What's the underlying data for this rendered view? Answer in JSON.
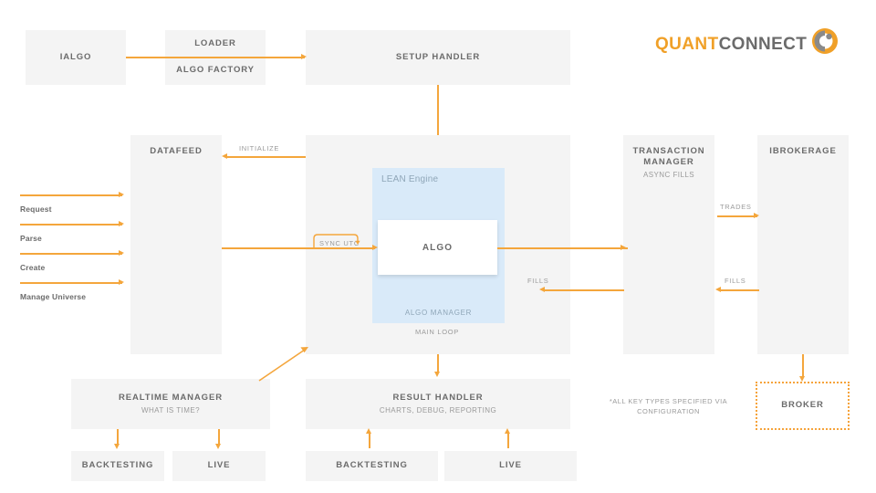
{
  "brand": {
    "name_part1": "QUANT",
    "name_part2": "CONNECT",
    "accent_color": "#f0a028",
    "text_color": "#6b6b6b",
    "mark": "quantconnect-logo-icon"
  },
  "palette": {
    "box_fill": "#f4f4f4",
    "box_text": "#6b6b6b",
    "box_subtext": "#9a9a9a",
    "arrow": "#f4a63c",
    "lean_panel": "#d9eaf9",
    "lean_text": "#8fa6b8",
    "page_background": "#ffffff"
  },
  "boxes": {
    "ialgo": {
      "title": "IALGO"
    },
    "loader": {
      "title": "LOADER",
      "title2": "ALGO FACTORY"
    },
    "setup_handler": {
      "title": "SETUP HANDLER"
    },
    "datafeed": {
      "title": "DATAFEED"
    },
    "engine": {
      "title": ""
    },
    "transaction_manager": {
      "title": "TRANSACTION\nMANAGER",
      "sub": "ASYNC FILLS"
    },
    "ibrokerage": {
      "title": "IBROKERAGE"
    },
    "realtime_manager": {
      "title": "REALTIME MANAGER",
      "sub": "WHAT IS TIME?"
    },
    "result_handler": {
      "title": "RESULT HANDLER",
      "sub": "CHARTS, DEBUG, REPORTING"
    },
    "rt_backtesting": {
      "title": "BACKTESTING"
    },
    "rt_live": {
      "title": "LIVE"
    },
    "rh_backtesting": {
      "title": "BACKTESTING"
    },
    "rh_live": {
      "title": "LIVE"
    },
    "broker": {
      "title": "BROKER"
    }
  },
  "lean": {
    "label": "LEAN Engine",
    "algo": "ALGO",
    "algo_manager": "ALGO MANAGER",
    "main_loop": "MAIN LOOP"
  },
  "connector_labels": {
    "initialize": "INITIALIZE",
    "sync_utc": "SYNC UTC",
    "trades": "TRADES",
    "fills_left": "FILLS",
    "fills_right": "FILLS"
  },
  "side_inputs": [
    {
      "label": "Request"
    },
    {
      "label": "Parse"
    },
    {
      "label": "Create"
    },
    {
      "label": "Manage Universe"
    }
  ],
  "footnote": "*ALL KEY TYPES SPECIFIED VIA\nCONFIGURATION"
}
